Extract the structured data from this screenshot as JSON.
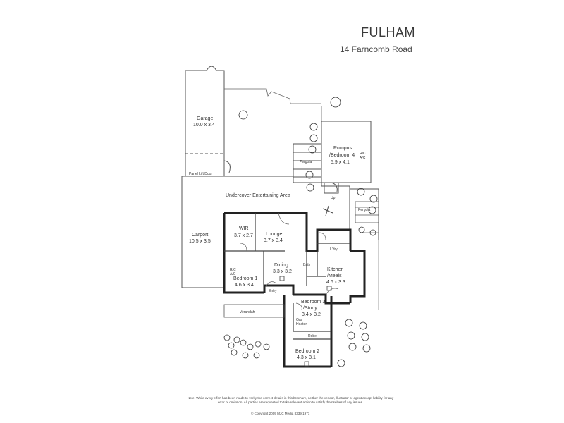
{
  "header": {
    "suburb": "FULHAM",
    "address": "14 Farncomb Road"
  },
  "rooms": {
    "garage": {
      "name": "Garage",
      "dims": "10.0 x 3.4"
    },
    "panel_lift_door": "Panel Lift Door",
    "rumpus_1": "Rumpus",
    "rumpus_2": "/Bedroom 4",
    "rumpus_dims": "5.9 x 4.1",
    "rc_ac": "R/C\nA/C",
    "pergola_left": "Pergola",
    "up": "Up",
    "entertaining": "Undercover Entertaining Area",
    "pergola_right": "Pergola",
    "carport": {
      "name": "Carport",
      "dims": "10.5 x 3.5"
    },
    "wir": {
      "name": "WIR",
      "dims": "3.7 x 2.7"
    },
    "lounge": {
      "name": "Lounge",
      "dims": "3.7 x 3.4"
    },
    "ldry": "L'dry",
    "bath": "Bath",
    "dining": {
      "name": "Dining",
      "dims": "3.3 x 3.2"
    },
    "kitchen_1": "Kitchen",
    "kitchen_2": "/Meals",
    "kitchen_dims": "4.6 x 3.3",
    "bedroom1": {
      "name": "Bedroom 1",
      "dims": "4.6 x 3.4"
    },
    "entry": "Entry",
    "bedroom3_1": "Bedroom 3",
    "bedroom3_2": "/Study",
    "bedroom3_dims": "3.4 x 3.2",
    "verandah": "Verandah",
    "gas_heater": "Gas Heater",
    "robe": "Robe",
    "bedroom2": {
      "name": "Bedroom 2",
      "dims": "4.3 x 3.1"
    },
    "rc_ac_b1": "R/C A/C"
  },
  "footer": {
    "note": "Note:  While every effort has been made to verify the correct details in this brochure, neither the vendor, illustrator or agent accept liability for any error or omission.   All parties are requested to take relevant  action to satisfy themselves of any issues.",
    "copyright": "© Copyright 2009 MJC Media 8339 1971"
  }
}
